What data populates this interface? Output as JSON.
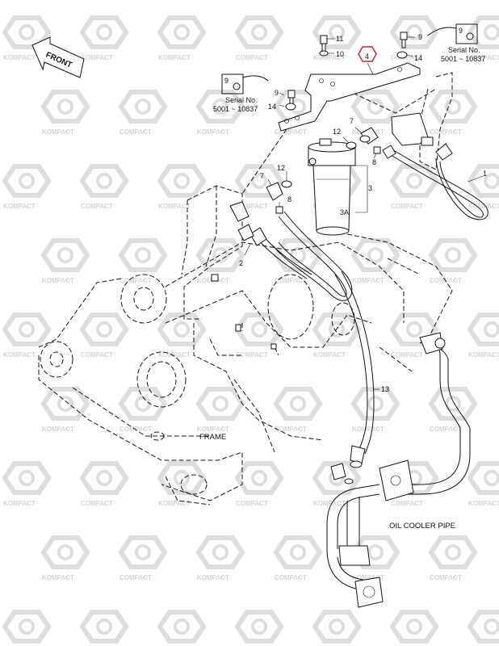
{
  "diagram": {
    "front_label": "FRONT",
    "watermark_text": "KOMPACT",
    "watermark_text_alt": "COMPACT",
    "highlight_color": "#cc2233",
    "callouts": [
      {
        "id": "c1",
        "text": "1"
      },
      {
        "id": "c2",
        "text": "2"
      },
      {
        "id": "c3",
        "text": "3"
      },
      {
        "id": "c3a",
        "text": "3A"
      },
      {
        "id": "c4",
        "text": "4"
      },
      {
        "id": "c7a",
        "text": "7"
      },
      {
        "id": "c7b",
        "text": "7"
      },
      {
        "id": "c8a",
        "text": "8"
      },
      {
        "id": "c8b",
        "text": "8"
      },
      {
        "id": "c9a",
        "text": "9"
      },
      {
        "id": "c9b",
        "text": "9"
      },
      {
        "id": "c9c",
        "text": "9"
      },
      {
        "id": "c9d",
        "text": "9"
      },
      {
        "id": "c10",
        "text": "10"
      },
      {
        "id": "c11",
        "text": "11"
      },
      {
        "id": "c12a",
        "text": "12"
      },
      {
        "id": "c12b",
        "text": "12"
      },
      {
        "id": "c13",
        "text": "13"
      },
      {
        "id": "c14a",
        "text": "14"
      },
      {
        "id": "c14b",
        "text": "14"
      }
    ],
    "serial_left": {
      "label": "Serial No.",
      "range": "5001 ~ 10837"
    },
    "serial_right": {
      "label": "Serial No.",
      "range": "5001 ~ 10837"
    },
    "frame_label": "FRAME",
    "oil_cooler_label": "OIL COOLER PIPE"
  }
}
